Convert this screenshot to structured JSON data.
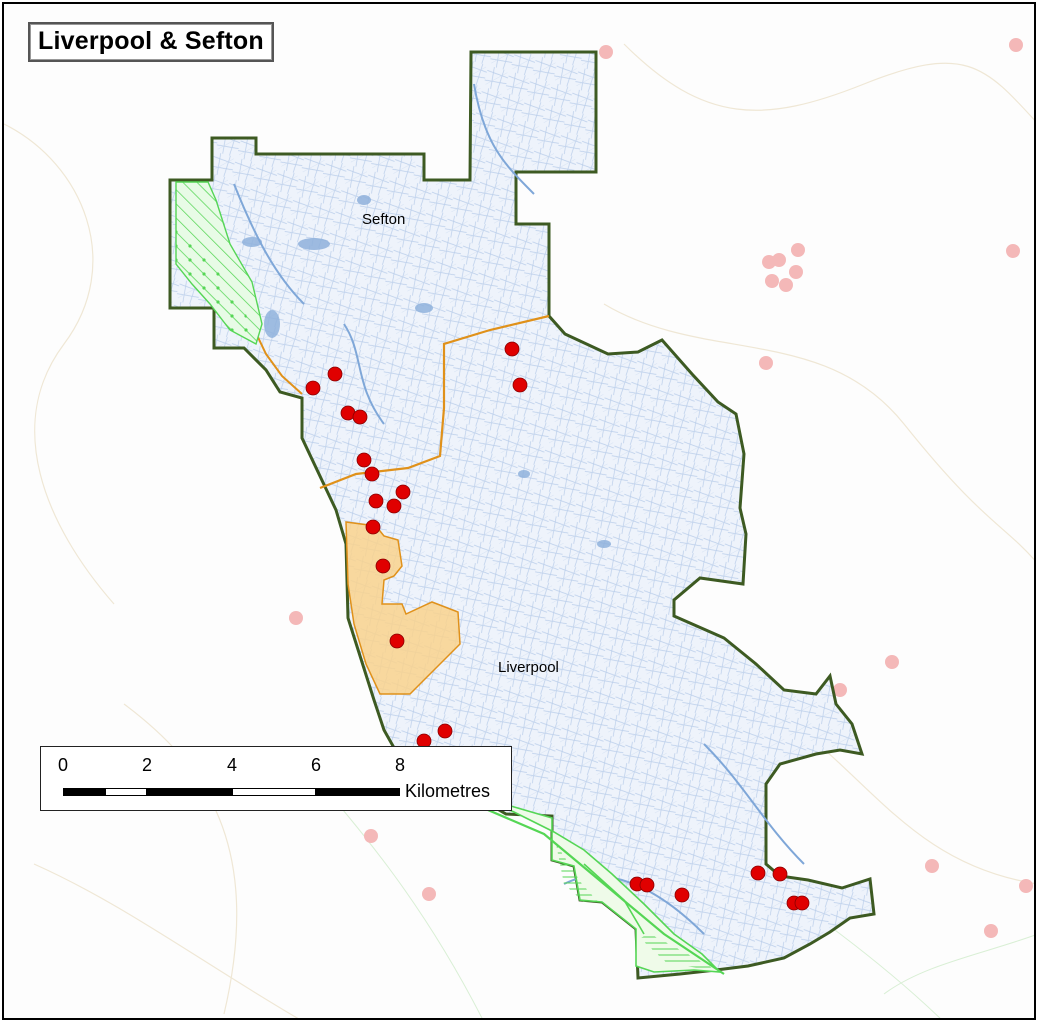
{
  "map": {
    "title": "Liverpool & Sefton",
    "area_labels": {
      "sefton": "Sefton",
      "liverpool": "Liverpool"
    },
    "scale_bar": {
      "ticks": [
        "0",
        "2",
        "4",
        "6",
        "8"
      ],
      "units": "Kilometres"
    },
    "colors": {
      "boundary": "#3d5a22",
      "district_line": "#e0911a",
      "water": "#7fa7d8",
      "site_marker": "#e00000",
      "faded_marker": "#f4b8b8",
      "green_zone": "#55d655",
      "orange_zone": "#f9d28d"
    }
  }
}
